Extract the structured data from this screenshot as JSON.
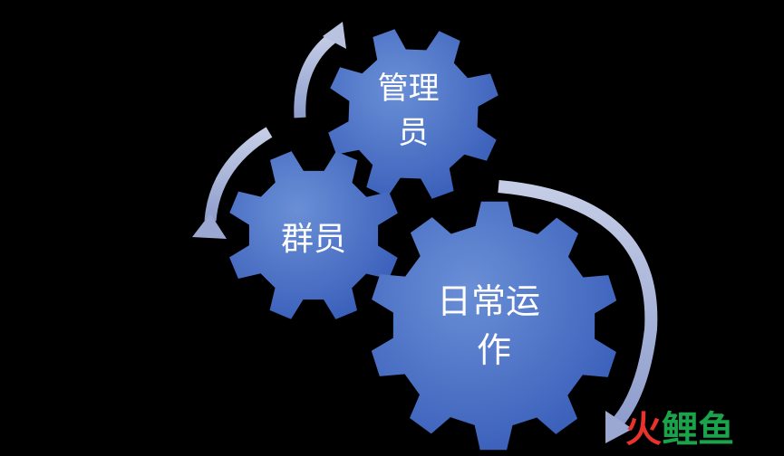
{
  "colors": {
    "gear_light": "#6a8fd6",
    "gear_dark": "#3a5fba",
    "arrow": "#a9b6d8",
    "label": "#ffffff",
    "logo_red": "#e8322c",
    "logo_green": "#1aa34a"
  },
  "gears": [
    {
      "id": "admin",
      "lines": [
        "管理",
        "员"
      ]
    },
    {
      "id": "members",
      "lines": [
        "群员"
      ]
    },
    {
      "id": "operations",
      "lines": [
        "日常运",
        "作"
      ]
    }
  ],
  "arrows": [
    "curved-arrow-up",
    "curved-arrow-down-left",
    "curved-arrow-down-right"
  ],
  "logo": {
    "part1": "火",
    "part2": "鲤鱼"
  }
}
